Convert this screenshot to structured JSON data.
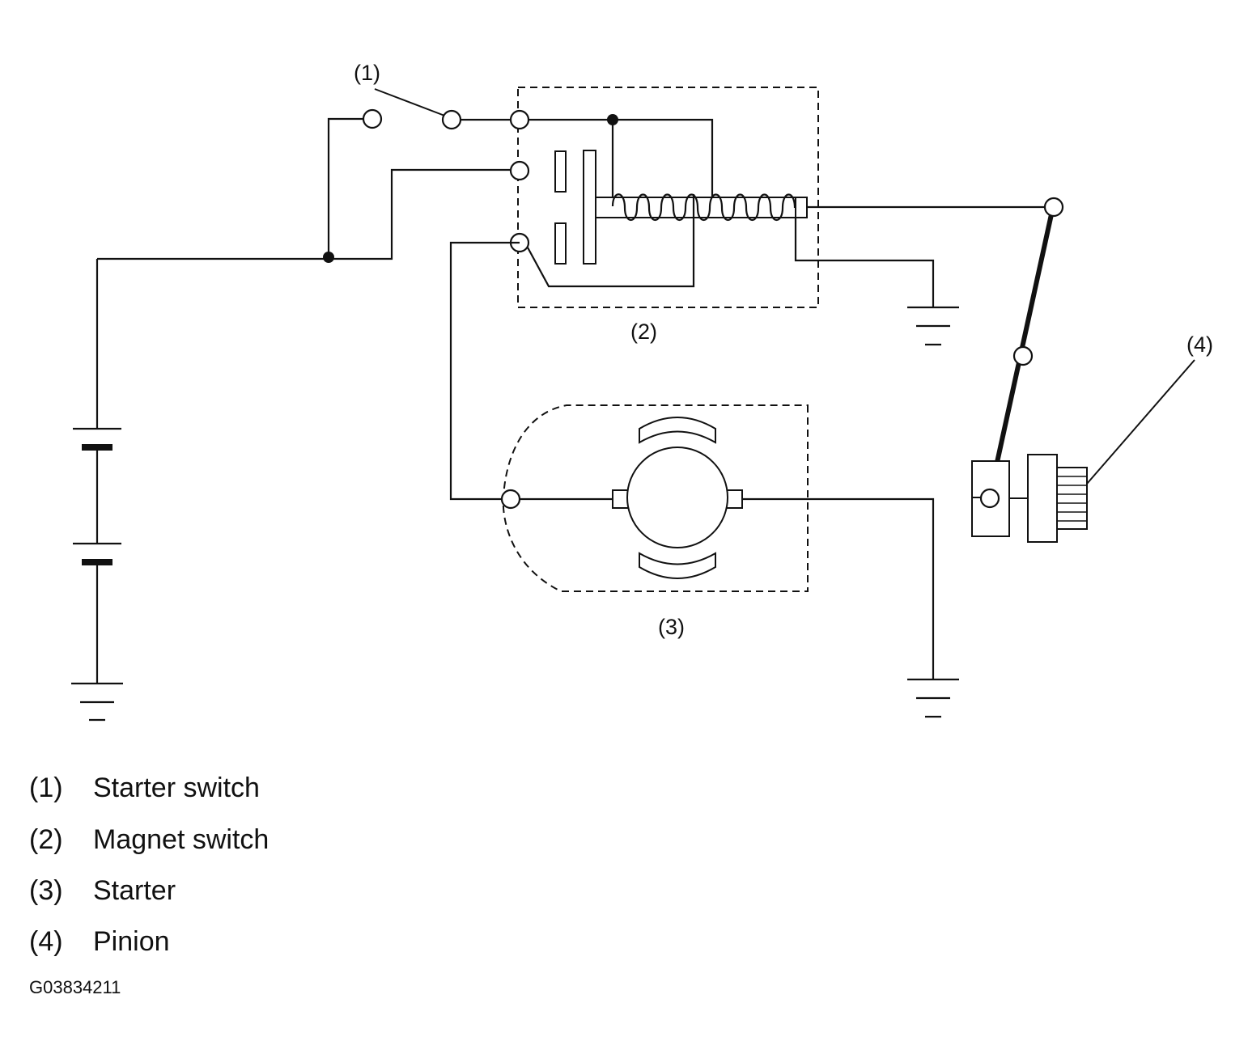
{
  "callouts": {
    "c1": "(1)",
    "c2": "(2)",
    "c3": "(3)",
    "c4": "(4)"
  },
  "legend": [
    {
      "num": "(1)",
      "label": "Starter switch"
    },
    {
      "num": "(2)",
      "label": "Magnet switch"
    },
    {
      "num": "(3)",
      "label": "Starter"
    },
    {
      "num": "(4)",
      "label": "Pinion"
    }
  ],
  "figure_code": "G03834211"
}
